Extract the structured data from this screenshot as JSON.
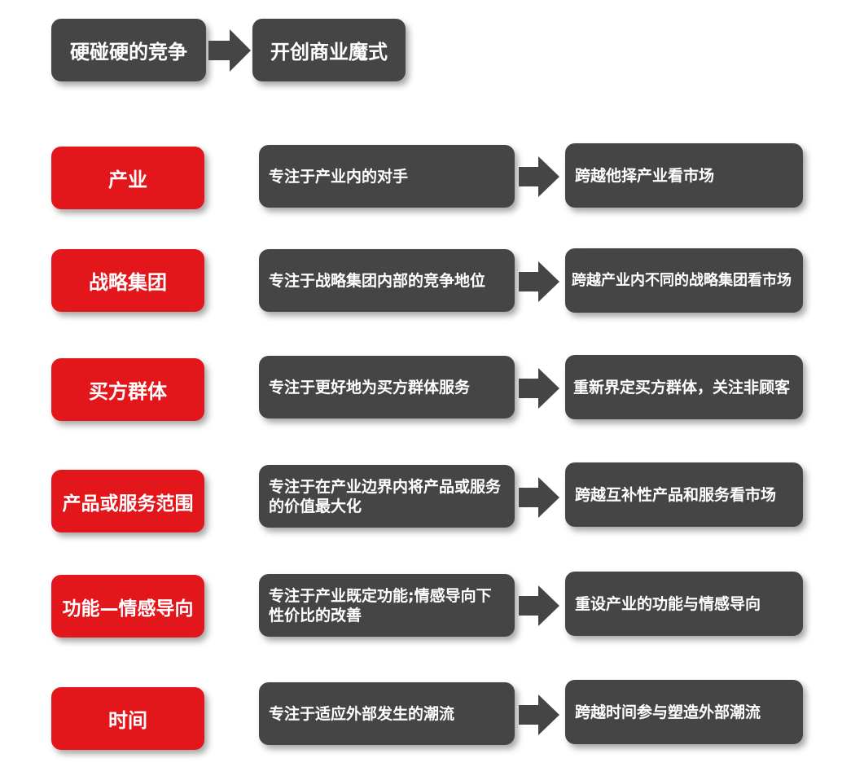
{
  "header": {
    "left": "硬碰硬的竞争",
    "right": "开创商业魔式"
  },
  "rows": [
    {
      "category": "产业",
      "from": "专注于产业内的对手",
      "to": "跨越他择产业看市场"
    },
    {
      "category": "战略集团",
      "from": "专注于战略集团内部的竞争地位",
      "to": "跨越产业内不同的战略集团看市场"
    },
    {
      "category": "买方群体",
      "from": "专注于更好地为买方群体服务",
      "to": "重新界定买方群体，关注非顾客"
    },
    {
      "category": "产品或服务范围",
      "from": "专注于在产业边界内将产品或服务的价值最大化",
      "to": "跨越互补性产品和服务看市场"
    },
    {
      "category": "功能—情感导向",
      "from": "专注于产业既定功能;情感导向下性价比的改善",
      "to": "重设产业的功能与情感导向"
    },
    {
      "category": "时间",
      "from": "专注于适应外部发生的潮流",
      "to": "跨越时间参与塑造外部潮流"
    }
  ],
  "colors": {
    "red": "#e3161c",
    "dark": "#454545"
  }
}
